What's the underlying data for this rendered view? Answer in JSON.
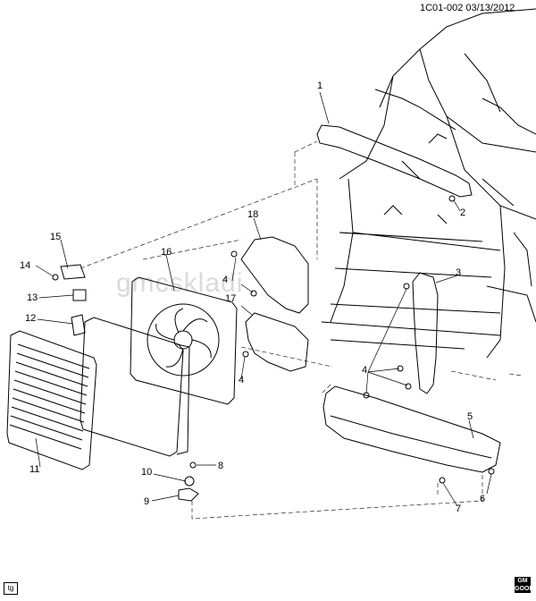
{
  "header": {
    "reference": "1C01-002  03/13/2012"
  },
  "watermark": "gmcskladi",
  "corner_tag": "tg",
  "brand_badge": {
    "line1": "GM",
    "line2": "GOOD"
  },
  "callouts": [
    "1",
    "2",
    "3",
    "4",
    "4",
    "4",
    "4",
    "5",
    "6",
    "7",
    "8",
    "9",
    "10",
    "11",
    "12",
    "13",
    "14",
    "15",
    "16",
    "17",
    "18"
  ]
}
